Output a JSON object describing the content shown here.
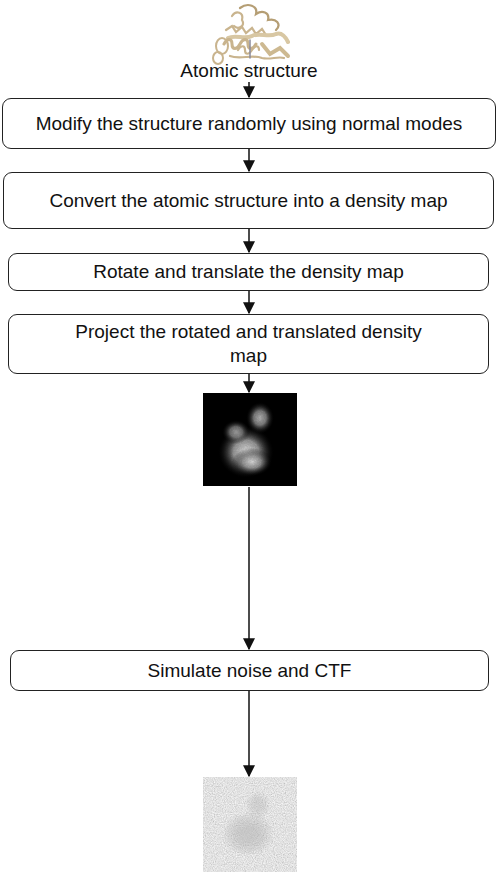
{
  "diagram": {
    "nodes": [
      {
        "text": [
          "Modify the structure randomly using normal modes"
        ]
      },
      {
        "text": [
          "Convert the atomic structure into a density map"
        ]
      },
      {
        "text": [
          "Rotate and translate the density map"
        ]
      },
      {
        "text": [
          "Project the rotated and translated density map"
        ]
      },
      {
        "text": [
          "Simulate noise and CTF"
        ]
      }
    ],
    "edges": [
      {
        "from": 0,
        "to": 1,
        "arrow": "to"
      },
      {
        "from": 1,
        "to": 2,
        "arrow": "to"
      },
      {
        "from": 2,
        "to": 3,
        "arrow": "to"
      }
    ],
    "labels": [
      "Atomic structure"
    ]
  }
}
